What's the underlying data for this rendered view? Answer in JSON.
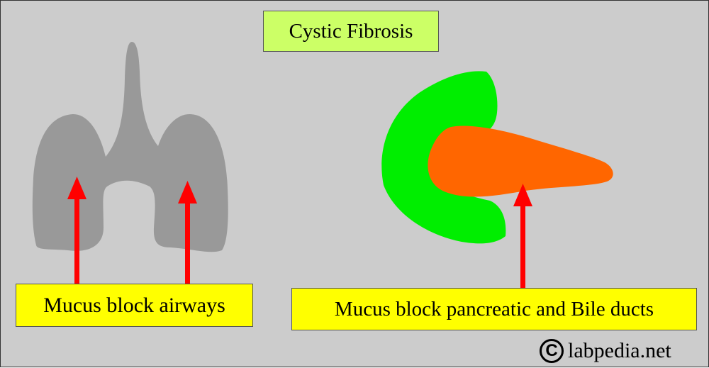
{
  "title": "Cystic Fibrosis",
  "labels": {
    "airways": "Mucus block airways",
    "pancreas": "Mucus block pancreatic and Bile ducts"
  },
  "watermark": {
    "mark": "C",
    "text": "labpedia.net"
  },
  "colors": {
    "background": "#cccccc",
    "lungs": "#999999",
    "duodenum": "#00ee00",
    "pancreas": "#ff6600",
    "arrow": "#ff0000",
    "title_box": "#ccff66",
    "label_box": "#ffff00"
  },
  "icons": [
    "lungs-icon",
    "duodenum-icon",
    "pancreas-icon",
    "arrow-up-icon"
  ]
}
